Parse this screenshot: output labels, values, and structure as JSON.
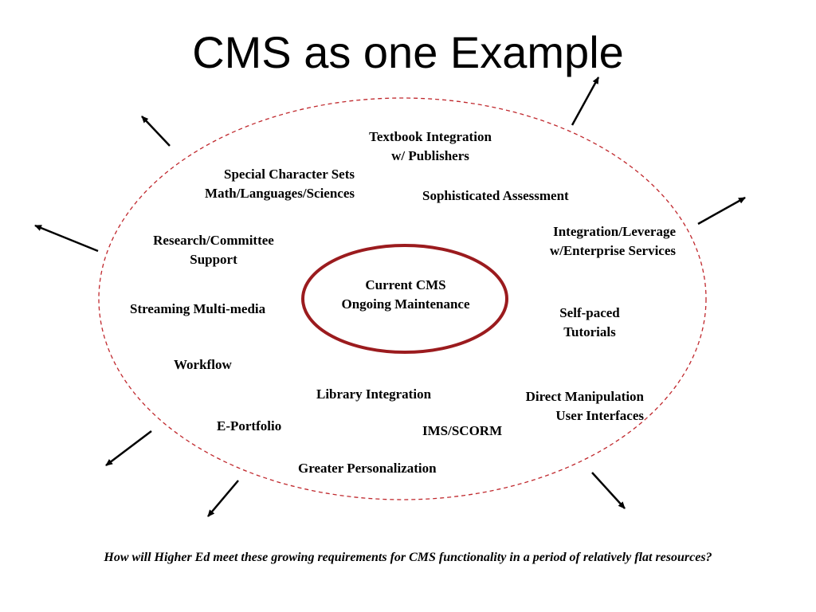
{
  "slide": {
    "title": "CMS as one Example",
    "center": {
      "line1": "Current CMS",
      "line2": "Ongoing Maintenance"
    },
    "requirements": {
      "textbook": {
        "line1": "Textbook Integration",
        "line2": "w/ Publishers"
      },
      "special_chars": {
        "line1": "Special Character Sets",
        "line2": "Math/Languages/Sciences"
      },
      "assessment": {
        "line1": "Sophisticated Assessment"
      },
      "integration": {
        "line1": "Integration/Leverage",
        "line2": "w/Enterprise Services"
      },
      "research": {
        "line1": "Research/Committee",
        "line2": "Support"
      },
      "streaming": {
        "line1": "Streaming Multi-media"
      },
      "self_paced": {
        "line1": "Self-paced",
        "line2": "Tutorials"
      },
      "workflow": {
        "line1": "Workflow"
      },
      "library": {
        "line1": "Library Integration"
      },
      "direct_manip": {
        "line1": "Direct Manipulation",
        "line2": "User Interfaces"
      },
      "eportfolio": {
        "line1": "E-Portfolio"
      },
      "ims": {
        "line1": "IMS/SCORM"
      },
      "personalization": {
        "line1": "Greater Personalization"
      }
    },
    "footer": "How will Higher Ed meet these growing requirements for CMS functionality  in a period of relatively flat resources?",
    "colors": {
      "outer_ellipse": "#c0282d",
      "center_ellipse": "#9b1b1e",
      "arrows": "#000000"
    }
  }
}
